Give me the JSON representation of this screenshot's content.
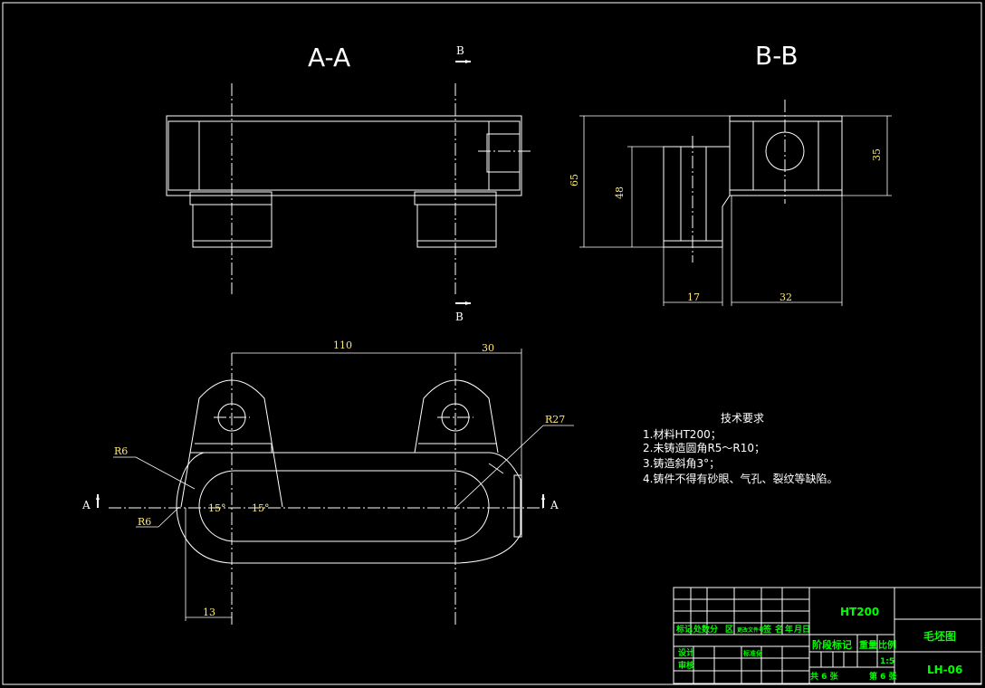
{
  "views": {
    "section_aa": "A-A",
    "section_bb": "B-B",
    "cut_b": "B",
    "cut_a": "A"
  },
  "dimensions": {
    "aa_width_110": "110",
    "aa_offset_30": "30",
    "radius_27": "R27",
    "radius_6_top": "R6",
    "radius_6_bottom": "R6",
    "angle_left": "15°",
    "angle_right": "15°",
    "dim_13": "13",
    "bb_65": "65",
    "bb_48": "48",
    "bb_35": "35",
    "bb_17": "17",
    "bb_32": "32"
  },
  "requirements": {
    "heading": "技术要求",
    "items": [
      "1.材料HT200；",
      "2.未铸造圆角R5～R10；",
      "3.铸造斜角3°；",
      "4.铸件不得有砂眼、气孔、裂纹等缺陷。"
    ]
  },
  "title_block": {
    "material": "HT200",
    "drawing_name": "毛坯图",
    "drawing_number": "LH-06",
    "stage_mark": "阶段标记",
    "weight": "重量",
    "scale_label": "比例",
    "scale_value": "1:5",
    "total_sheets": "共 6 张",
    "sheet_no": "第 6 张",
    "rev_headers": [
      "标记",
      "处数",
      "分",
      "区",
      "更改文件号",
      "签",
      "名",
      "年",
      "月",
      "日"
    ],
    "design": "设计",
    "standardization": "标准化",
    "review": "审核"
  }
}
